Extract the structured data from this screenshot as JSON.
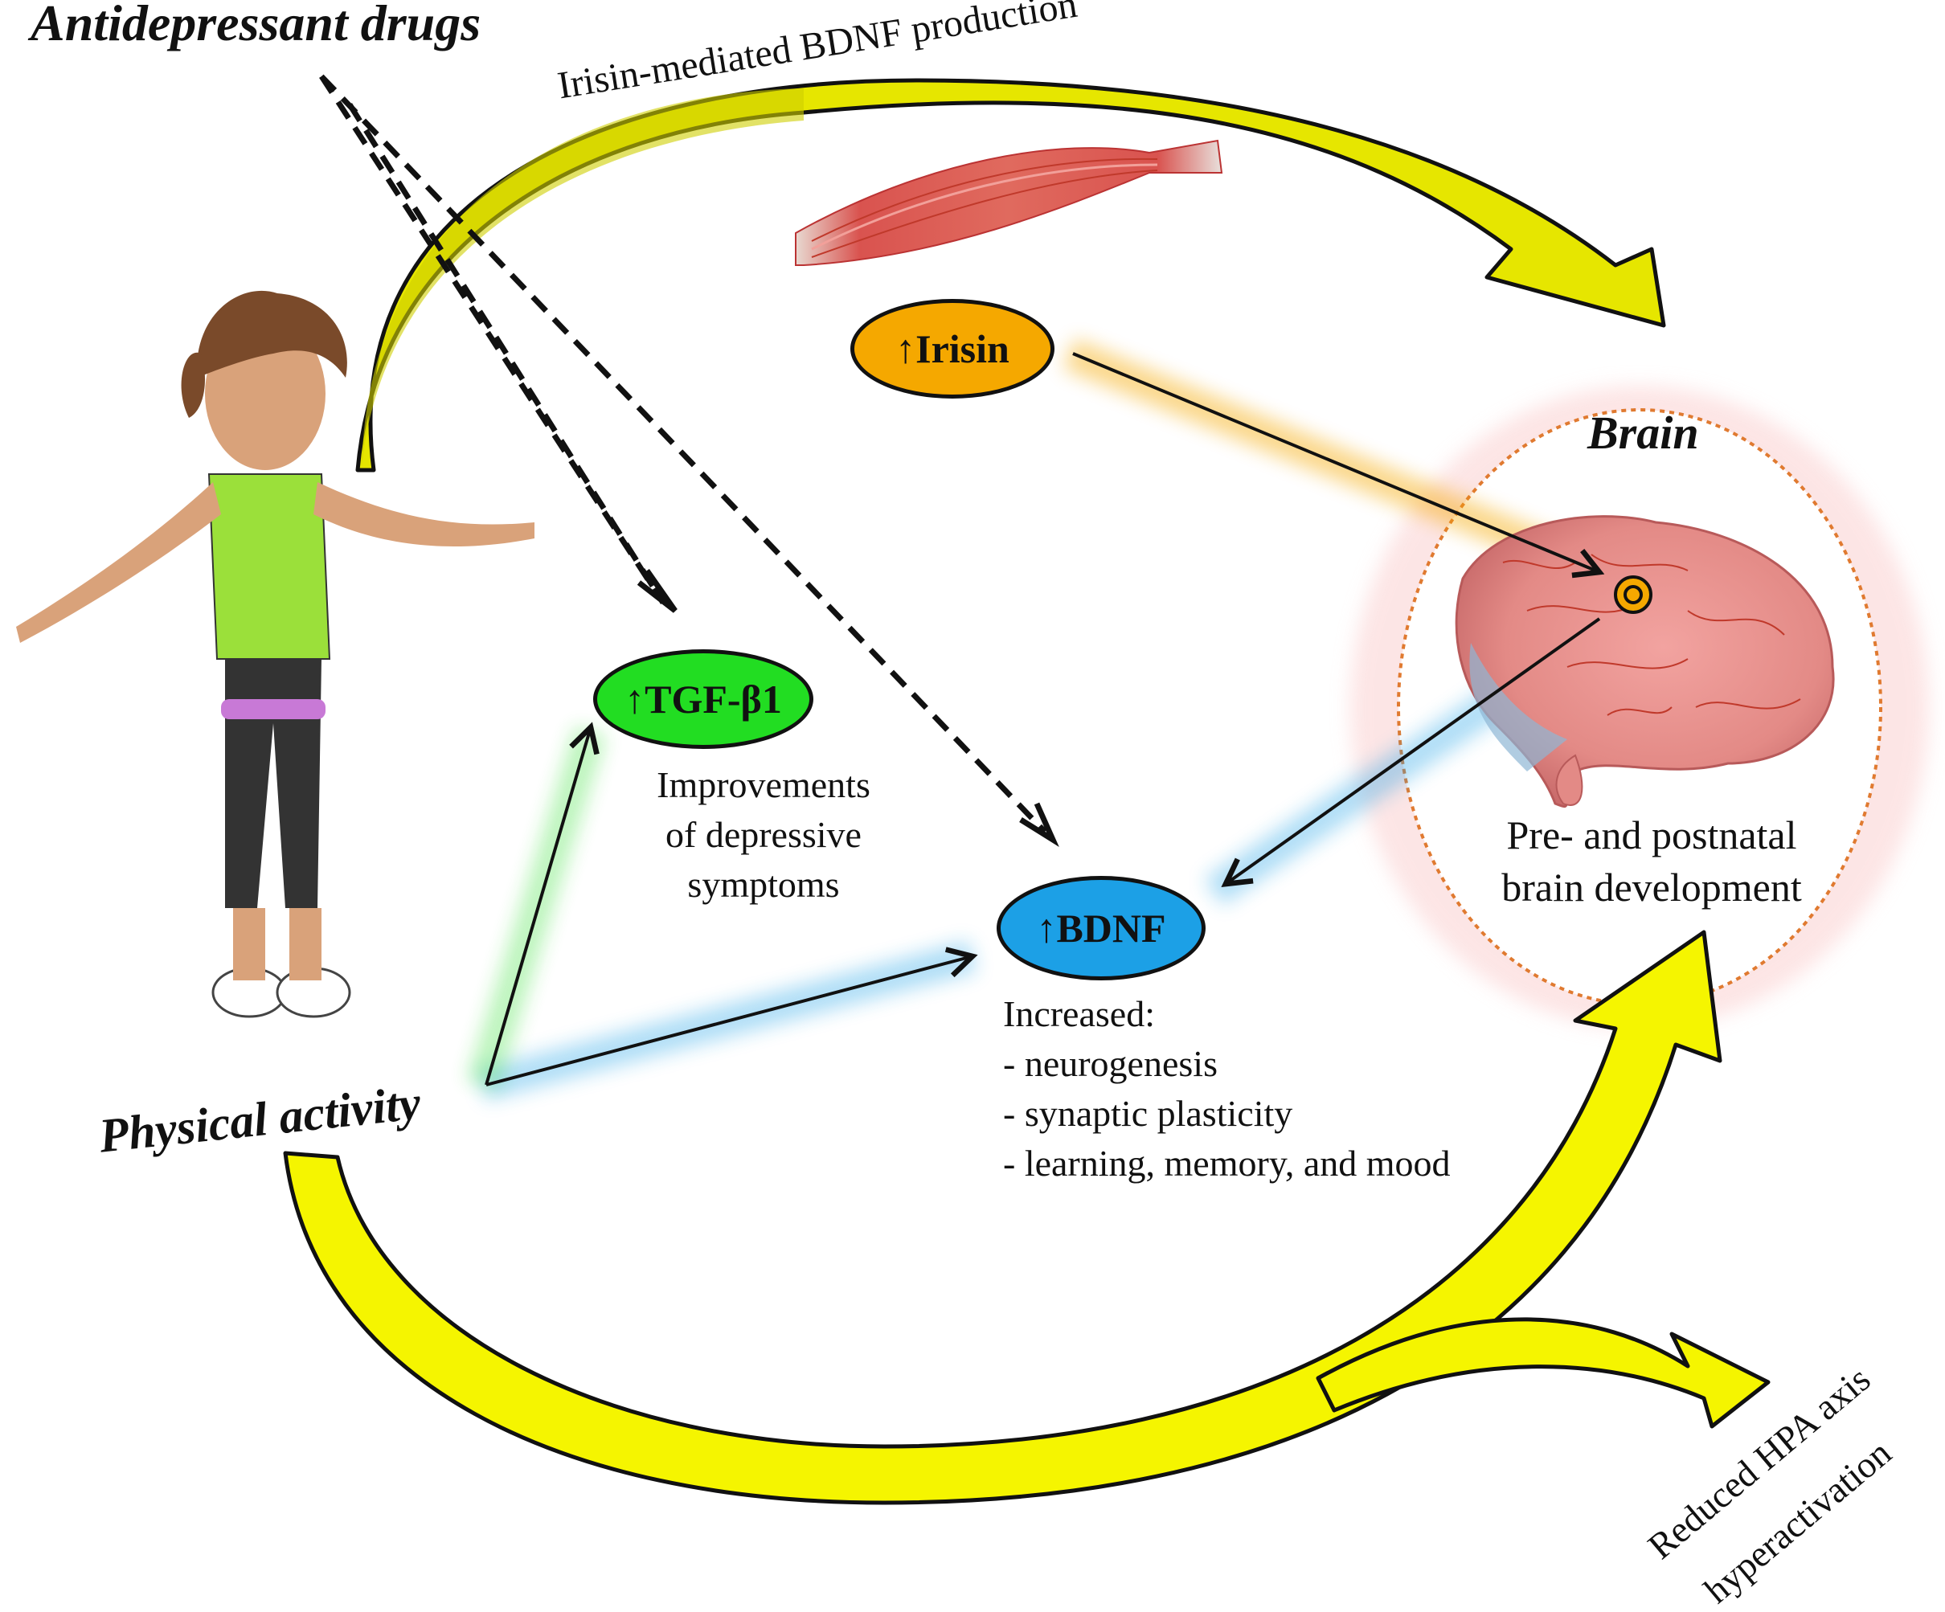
{
  "title": "Antidepressant drugs",
  "curved_label_top": "Irisin-mediated BDNF production",
  "nodes": {
    "irisin": "↑Irisin",
    "tgf": "↑TGF-β1",
    "bdnf": "↑BDNF"
  },
  "brain": {
    "title": "Brain",
    "caption_line1": "Pre- and postnatal",
    "caption_line2": "brain development"
  },
  "tgf_effects": [
    "Improvements",
    "of depressive",
    "symptoms"
  ],
  "bdnf_effects": {
    "heading": "Increased:",
    "items": [
      "- neurogenesis",
      "- synaptic plasticity",
      "- learning, memory, and mood"
    ]
  },
  "physical_activity": "Physical activity",
  "hpa_label": [
    "Reduced HPA axis",
    "hyperactivation"
  ],
  "colors": {
    "arrow_yellow": "#f5f500",
    "arrow_olive": "#c8c800",
    "irisin": "#f5a800",
    "tgf": "#22dd22",
    "bdnf": "#1ca0e6",
    "brain_glow": "#f08080",
    "brain_border": "#e07a30"
  }
}
